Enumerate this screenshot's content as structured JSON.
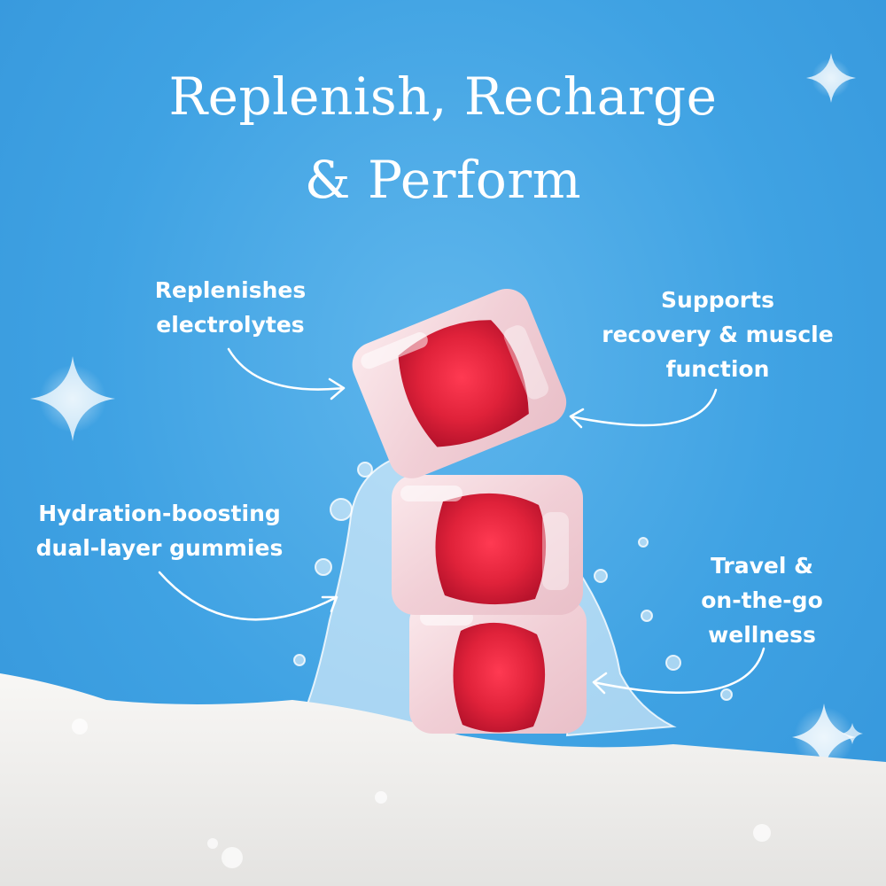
{
  "headline": {
    "line1": "Replenish, Recharge",
    "line2": "& Perform"
  },
  "callouts": {
    "electrolytes": {
      "line1": "Replenishes",
      "line2": "electrolytes"
    },
    "recovery": {
      "line1": "Supports",
      "line2": "recovery & muscle",
      "line3": "function"
    },
    "hydration": {
      "line1": "Hydration-boosting",
      "line2": "dual-layer gummies"
    },
    "travel": {
      "line1": "Travel &",
      "line2": "on-the-go",
      "line3": "wellness"
    }
  },
  "colors": {
    "background": "#3fa2e3",
    "text": "#ffffff",
    "gummy_core": "#e0223a",
    "gummy_shell": "#f6dde2",
    "foam": "#f1f0ee"
  },
  "icons": [
    "sparkle-icon",
    "arrow-icon"
  ]
}
